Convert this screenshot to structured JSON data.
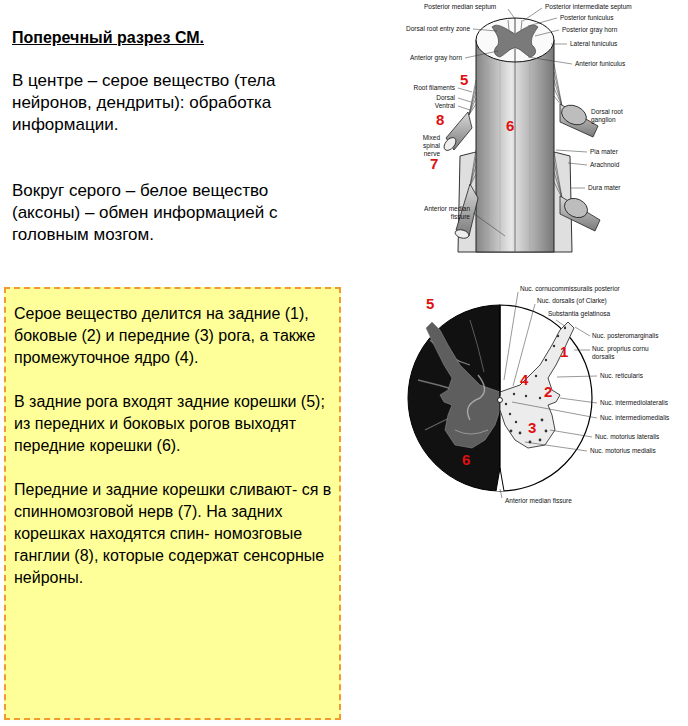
{
  "diagram": {
    "title": "Поперечный разрез СМ.",
    "nodes": [
      {
        "text": [
          "Серое вещество делится на задние (1), боковые (2) и передние (3) рога, а также промежуточное ядро (4).",
          "В задние рога входят задние корешки (5); из передних и боковых рогов выходят передние корешки (6).",
          "Передние и задние корешки сливают- ся в спинномозговой нерв (7). На задних корешках находятся спин- номозговые ганглии (8), которые содержат сенсорные нейроны."
        ]
      }
    ],
    "labels": [
      "В центре – серое вещество (тела нейронов, дендриты): обработка информации.",
      "Вокруг серого – белое вещество (аксоны) – обмен информацией с головным мозгом.",
      "Posterior median septum",
      "Posterior intermediate septum",
      "Posterior funiculus",
      "Dorsal root entry zone",
      "Posterior gray horn",
      "Lateral funiculus",
      "Anterior gray horn",
      "Anterior funiculus",
      "5",
      "Root filaments",
      "Dorsal",
      "Ventral",
      "8",
      "6",
      "Dorsal root ganglion",
      "Mixed spinal nerve",
      "7",
      "Pia mater",
      "Arachnoid",
      "Dura mater",
      "Anterior median fissure",
      "5",
      "Nuc. cornucommissuralis posterior",
      "Nuc. dorsalis (of Clarke)",
      "Substantia gelatinosa",
      "Nuc. posteromarginalis",
      "1",
      "Nuc. proprius cornu dorsalis",
      "4",
      "Nuc. reticularis",
      "2",
      "Nuc. intermediolateralis",
      "Nuc. intermediomedialis",
      "3",
      "Nuc. motorius lateralis",
      "Nuc. motorius medialis",
      "6",
      "Anterior median fissure"
    ]
  }
}
